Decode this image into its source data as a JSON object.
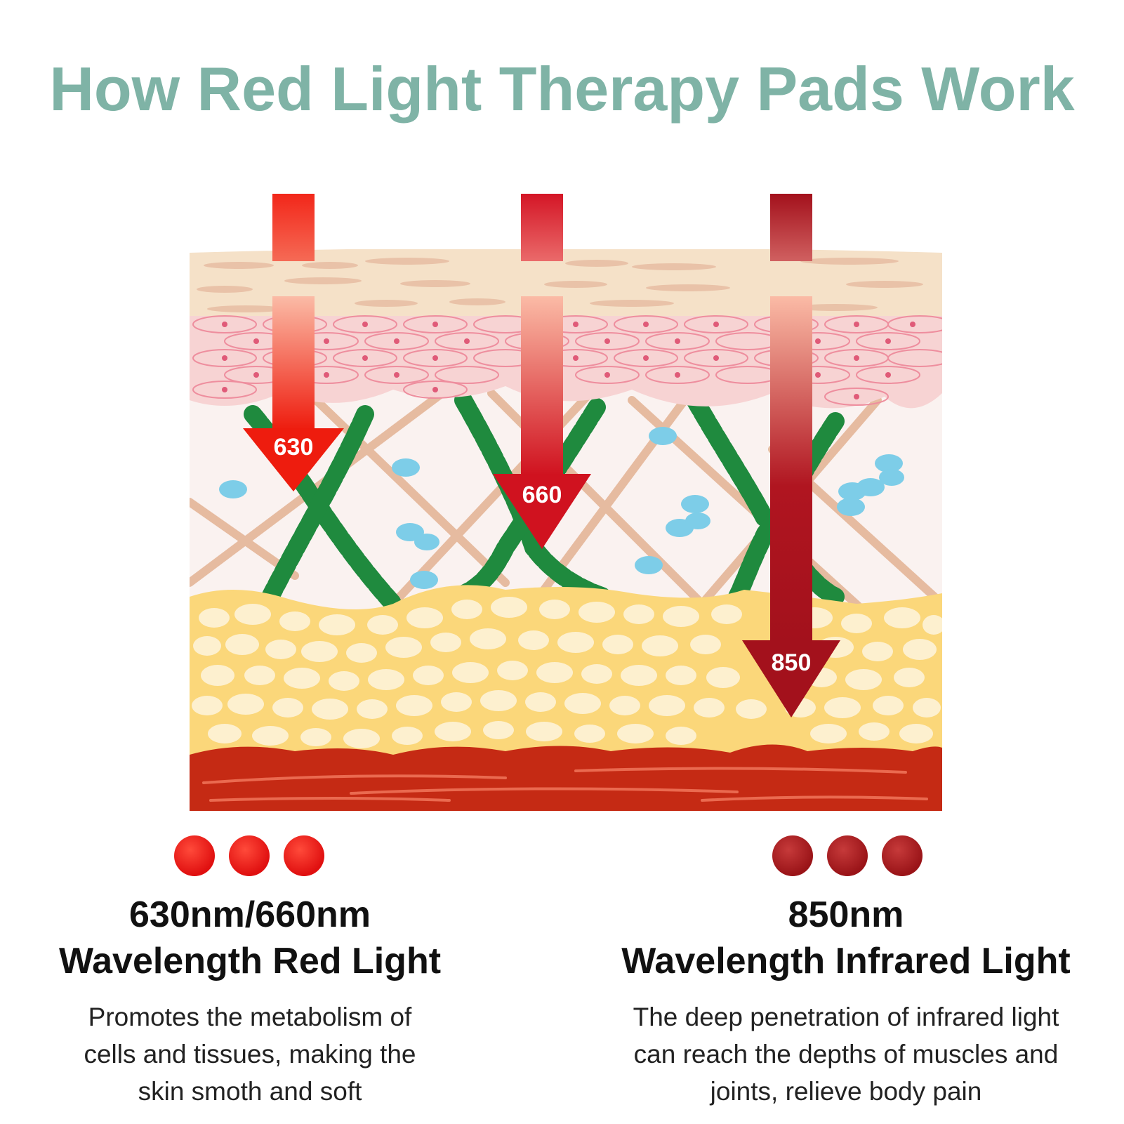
{
  "title": "How Red Light Therapy Pads Work",
  "arrows": [
    {
      "label": "630",
      "color": "#ee1c0e"
    },
    {
      "label": "660",
      "color": "#d0121f"
    },
    {
      "label": "850",
      "color": "#a3111c"
    }
  ],
  "left": {
    "heading_line1": "630nm/660nm",
    "heading_line2": "Wavelength Red Light",
    "desc_line1": "Promotes the metabolism of",
    "desc_line2": "cells and tissues, making the",
    "desc_line3": "skin smoth and soft"
  },
  "right": {
    "heading_line1": "850nm",
    "heading_line2": "Wavelength Infrared Light",
    "desc_line1": "The deep penetration of infrared light",
    "desc_line2": "can reach the depths of muscles and",
    "desc_line3": "joints, relieve body pain"
  },
  "colors": {
    "title": "#7fb3a6",
    "epidermis": "#f5e1c8",
    "cells": "#f7d3d3",
    "dermis": "#faf2f0",
    "fat": "#fbd77a",
    "muscle": "#c52a14"
  }
}
